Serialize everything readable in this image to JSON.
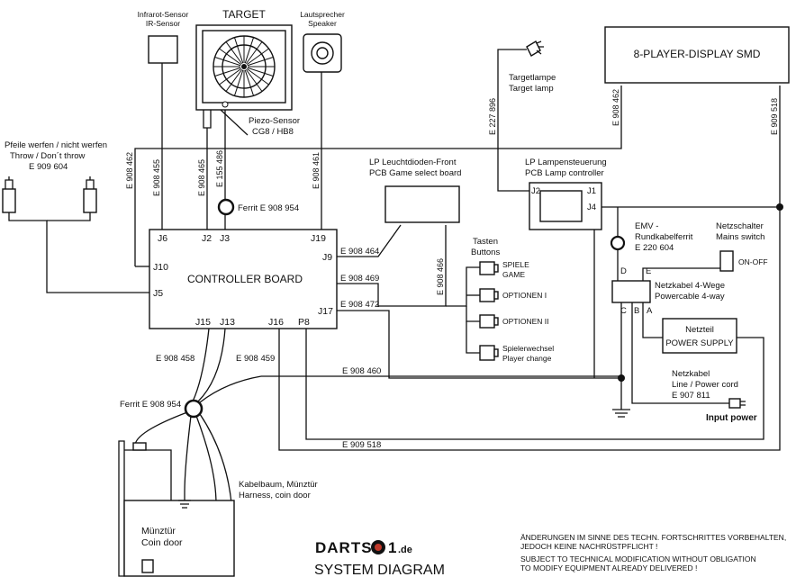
{
  "top": {
    "ir_sensor": [
      "Infrarot-Sensor",
      "IR-Sensor"
    ],
    "target": "TARGET",
    "speaker": [
      "Lautsprecher",
      "Speaker"
    ],
    "target_lamp": [
      "Targetlampe",
      "Target lamp"
    ],
    "display": "8-PLAYER-DISPLAY  SMD",
    "piezo": [
      "Piezo-Sensor",
      "CG8 / HB8"
    ]
  },
  "throw": [
    "Pfeile werfen / nicht werfen",
    "Throw / Don´t throw",
    "E 909 604"
  ],
  "cables": {
    "c462a": "E 908 462",
    "c455": "E 908 455",
    "c465": "E 908 465",
    "c486": "E 155 486",
    "c461": "E 908 461",
    "c896": "E 227 896",
    "c462b": "E 908 462",
    "c518": "E 909 518",
    "c464": "E 908 464",
    "c469": "E 908 469",
    "c472": "E 908 472",
    "c466": "E 908 466",
    "c458": "E 908 458",
    "c459": "E 908 459",
    "c460": "E 908 460",
    "c518b": "E 909 518"
  },
  "ferrite_top": "Ferrit  E 908 954",
  "ferrite_bottom": "Ferrit  E 908 954",
  "controller": {
    "title": "CONTROLLER BOARD",
    "connectors": {
      "j6": "J6",
      "j2": "J2",
      "j3": "J3",
      "j19": "J19",
      "j10": "J10",
      "j5": "J5",
      "j9": "J9",
      "j17": "J17",
      "j15": "J15",
      "j13": "J13",
      "j16": "J16",
      "p8": "P8"
    }
  },
  "led_front": [
    "LP Leuchtdioden-Front",
    "PCB Game select board"
  ],
  "lamp_controller": {
    "label": [
      "LP Lampensteuerung",
      "PCB Lamp controller"
    ],
    "j2": "J2",
    "j1": "J1",
    "j4": "J4"
  },
  "buttons": {
    "heading": [
      "Tasten",
      "Buttons"
    ],
    "items": [
      [
        "SPIELE",
        "GAME"
      ],
      [
        "OPTIONEN I"
      ],
      [
        "OPTIONEN II"
      ],
      [
        "Spielerwechsel",
        "Player change"
      ]
    ]
  },
  "emv": [
    "EMV -",
    "Rundkabelferrit",
    "E 220 604"
  ],
  "mains": [
    "Netzschalter",
    "Mains switch"
  ],
  "on_off": "ON-OFF",
  "powercable": {
    "label": [
      "Netzkabel 4-Wege",
      "Powercable  4-way"
    ],
    "d": "D",
    "e": "E",
    "c": "C",
    "b": "B",
    "a": "A"
  },
  "psu": [
    "Netzteil",
    "POWER SUPPLY"
  ],
  "line_cord": [
    "Netzkabel",
    "Line / Power cord",
    "E 907 811"
  ],
  "input_power": "Input power",
  "harness": [
    "Kabelbaum, Münztür",
    "Harness, coin door"
  ],
  "coin_door": [
    "Münztür",
    "Coin door"
  ],
  "logo": {
    "brand": "DARTS",
    "num": "1",
    "tld": ".de"
  },
  "footer_title": "SYSTEM DIAGRAM",
  "notice": [
    "ÄNDERUNGEN IM SINNE DES TECHN. FORTSCHRITTES VORBEHALTEN,",
    "JEDOCH KEINE NACHRÜSTPFLICHT !",
    "SUBJECT TO TECHNICAL MODIFICATION WITHOUT OBLIGATION",
    "TO MODIFY EQUIPMENT ALREADY DELIVERED !"
  ],
  "colors": {
    "ink": "#111111",
    "logo_red": "#c0392b",
    "logo_green": "#2e8b3a"
  }
}
